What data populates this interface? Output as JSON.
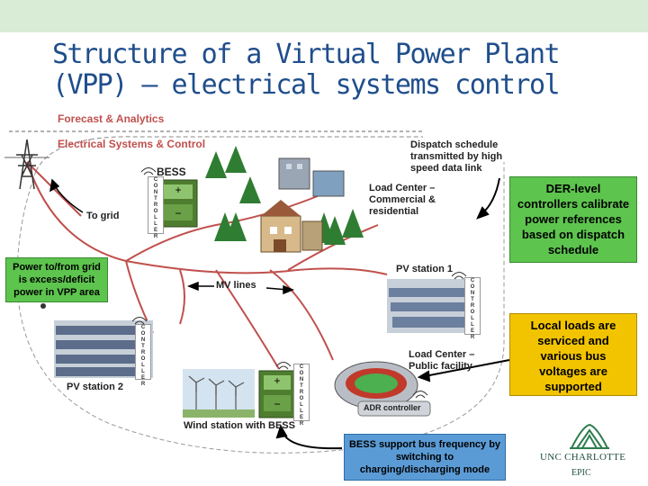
{
  "slide": {
    "title_line1": "Structure of a Virtual Power Plant",
    "title_line2": "(VPP) – electrical systems control"
  },
  "diagram": {
    "forecast_label": "Forecast & Analytics",
    "electrical_label": "Electrical Systems & Control",
    "dispatch_line1": "Dispatch schedule",
    "dispatch_line2": "transmitted by high",
    "dispatch_line3": "speed data link",
    "bess_label": "BESS",
    "to_grid_label": "To grid",
    "load_center_comm_line1": "Load Center –",
    "load_center_comm_line2": "Commercial &",
    "load_center_comm_line3": "residential",
    "pv1_label": "PV station 1",
    "mv_lines_label": "MV lines",
    "pv2_label": "PV station 2",
    "load_center_pub_line1": "Load Center –",
    "load_center_pub_line2": "Public facility",
    "adr_label": "ADR controller",
    "wind_label": "Wind station with BESS",
    "controller_text": "CONTROLLER"
  },
  "callouts": {
    "der_line1": "DER-level",
    "der_line2": "controllers calibrate",
    "der_line3": "power references",
    "der_line4": "based on dispatch",
    "der_line5": "schedule",
    "grid_line1": "Power to/from grid",
    "grid_line2": "is excess/deficit",
    "grid_line3": "power in VPP area",
    "loads_line1": "Local loads are",
    "loads_line2": "serviced and",
    "loads_line3": "various bus",
    "loads_line4": "voltages are",
    "loads_line5": "supported",
    "bess_line1": "BESS support bus frequency by",
    "bess_line2": "switching to",
    "bess_line3": "charging/discharging mode"
  },
  "logo": {
    "name": "UNC CHARLOTTE",
    "sub": "EPIC"
  },
  "colors": {
    "title": "#1f4e8c",
    "header_red": "#c0504d",
    "mv_line_red": "#c0504d",
    "callout_green": "#5dc44e",
    "callout_yellow": "#f2c400",
    "callout_blue": "#5b9bd5",
    "top_band": "#d9ecd6"
  }
}
